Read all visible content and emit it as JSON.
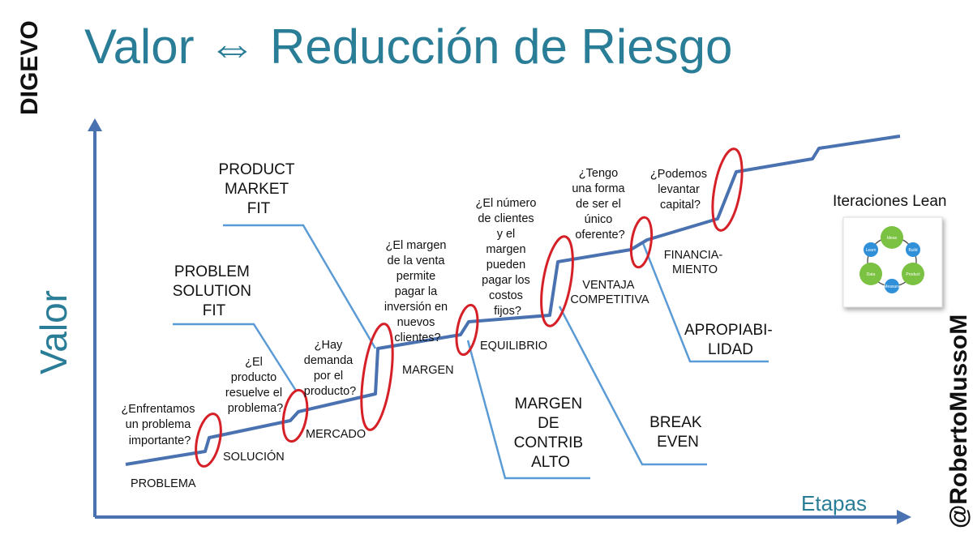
{
  "title": "Valor ⇔ Reducción de Riesgo",
  "brand_left": "DIGEVO",
  "author": "@RobertoMussoM",
  "axes": {
    "y_label": "Valor",
    "x_label": "Etapas"
  },
  "colors": {
    "teal": "#2a7d96",
    "line": "#4a72b0",
    "guide": "#5b9bd5",
    "circle": "#d62028",
    "text": "#111111"
  },
  "questions": [
    {
      "lines": [
        "¿Enfrentamos",
        "un problema",
        "importante?"
      ]
    },
    {
      "lines": [
        "¿El",
        "producto",
        "resuelve el",
        "problema?"
      ]
    },
    {
      "lines": [
        "¿Hay",
        "demanda",
        "por el",
        "producto?"
      ]
    },
    {
      "lines": [
        "¿El margen",
        "de la  venta",
        "permite",
        "pagar la",
        "inversión en",
        "nuevos",
        "clientes?"
      ]
    },
    {
      "lines": [
        "¿El número",
        "de clientes",
        "y el",
        "margen",
        "pueden",
        "pagar los",
        "costos",
        "fijos?"
      ]
    },
    {
      "lines": [
        "¿Tengo",
        "una forma",
        "de ser el",
        "único",
        "oferente?"
      ]
    },
    {
      "lines": [
        "¿Podemos",
        "levantar",
        "capital?"
      ]
    }
  ],
  "stages": [
    {
      "lines": [
        "PROBLEMA"
      ]
    },
    {
      "lines": [
        "SOLUCIÓN"
      ]
    },
    {
      "lines": [
        "MERCADO"
      ]
    },
    {
      "lines": [
        "MARGEN"
      ]
    },
    {
      "lines": [
        "EQUILIBRIO"
      ]
    },
    {
      "lines": [
        "VENTAJA",
        "COMPETITIVA"
      ]
    },
    {
      "lines": [
        "FINANCIA-",
        "MIENTO"
      ]
    }
  ],
  "milestones": [
    {
      "lines": [
        "PRODUCT",
        "MARKET",
        "FIT"
      ]
    },
    {
      "lines": [
        "PROBLEM",
        "SOLUTION",
        "FIT"
      ]
    },
    {
      "lines": [
        "MARGEN",
        "DE",
        "CONTRIB",
        "ALTO"
      ]
    },
    {
      "lines": [
        "BREAK",
        "EVEN"
      ]
    },
    {
      "lines": [
        "APROPIABI-",
        "LIDAD"
      ]
    }
  ],
  "lean": {
    "title": "Iteraciones Lean",
    "nodes": [
      {
        "label": "Ideas",
        "color": "#7cc242"
      },
      {
        "label": "Build",
        "color": "#2f8fd8"
      },
      {
        "label": "Product",
        "color": "#7cc242"
      },
      {
        "label": "Measure",
        "color": "#2f8fd8"
      },
      {
        "label": "Data",
        "color": "#7cc242"
      },
      {
        "label": "Learn",
        "color": "#2f8fd8"
      }
    ]
  }
}
